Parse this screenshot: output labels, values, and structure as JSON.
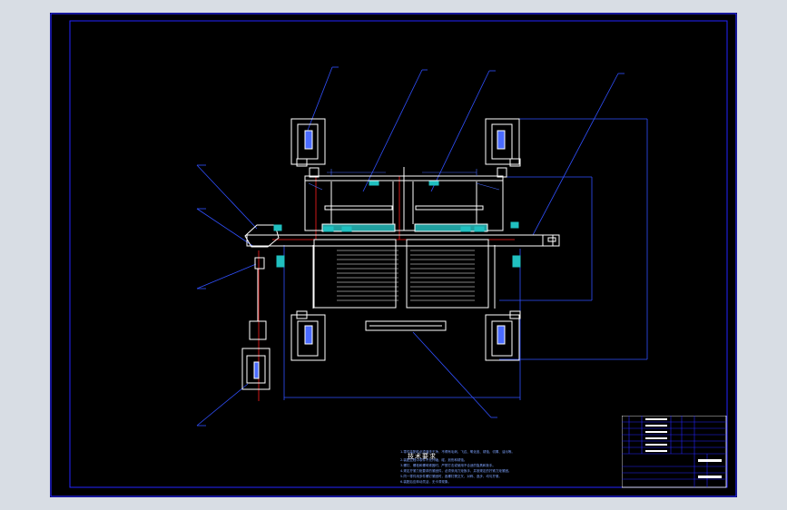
{
  "drawing": {
    "background": "#000000",
    "frame_color": "#2020ff",
    "line_color": "#ffffff",
    "leader_color": "#3050ff",
    "hatch_color": "#4a6bff",
    "centerline_color": "#ff2020",
    "fill_color": "#20c0c0",
    "view": "front",
    "icons": [
      "roller-bearing",
      "shaft",
      "rope-drum",
      "load-sheave"
    ]
  },
  "notes": {
    "title": "技术要求",
    "lines": [
      "1.零件装配前必须清洗干净，不得有毛刺、飞边、氧化皮、锈蚀、切屑、油污等。",
      "2.装配过程中零件不允许磕、碰、划伤和锈蚀。",
      "3.螺钉、螺栓和螺母紧固时，严禁打击或使用不合适的旋具和扳手。",
      "4.规定拧紧力矩要求的紧固件，必须采用力矩扳手，并按规定的拧紧力矩紧固。",
      "5.同一零件用多件螺钉紧固时，各螺钉需交叉、对称、逐步、均匀拧紧。",
      "6.装配后应转动灵活，无卡滞现象。"
    ]
  }
}
